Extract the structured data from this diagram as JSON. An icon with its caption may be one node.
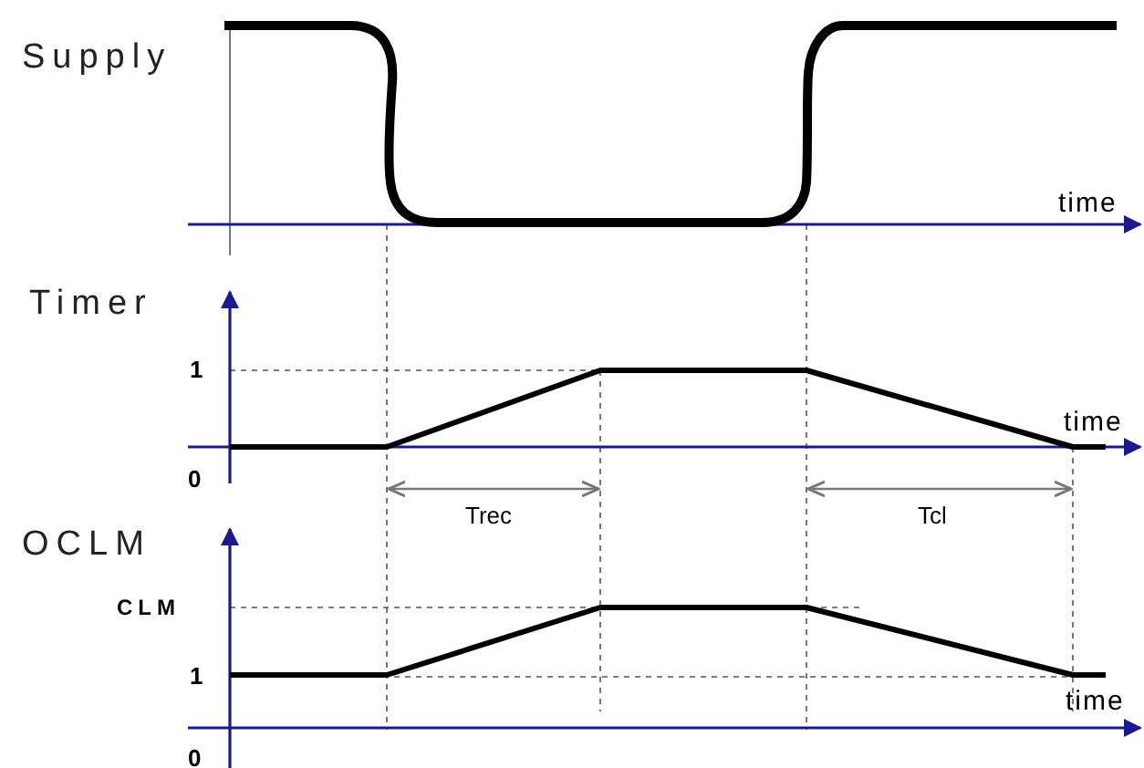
{
  "diagram": {
    "labels": [
      "Supply",
      "time",
      "Timer",
      "1",
      "time",
      "0",
      "Trec",
      "Tcl",
      "OCLM",
      "CLM",
      "1",
      "time",
      "0"
    ]
  }
}
